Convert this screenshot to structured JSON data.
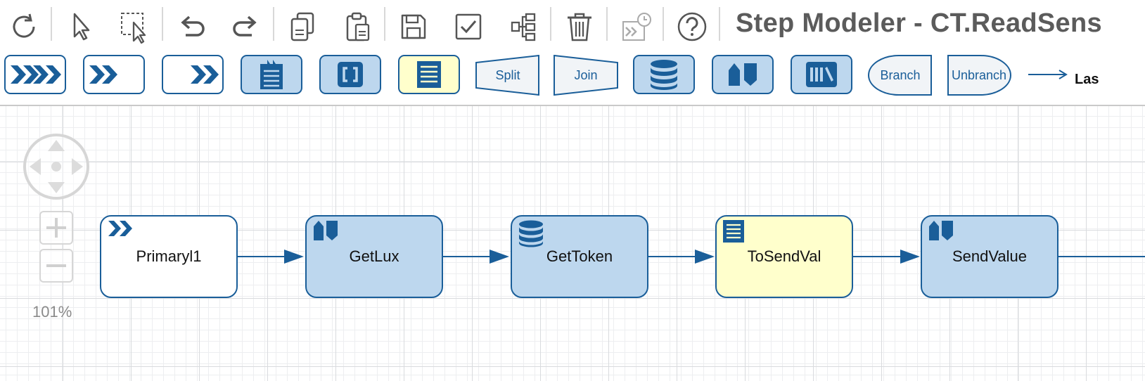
{
  "app": {
    "title": "Step Modeler - CT.ReadSens"
  },
  "toolbar": {
    "icons": [
      "refresh-icon",
      "pointer-icon",
      "marquee-select-icon",
      "undo-icon",
      "redo-icon",
      "copy-icon",
      "paste-icon",
      "save-icon",
      "check-icon",
      "tree-icon",
      "delete-icon",
      "schedule-icon",
      "help-icon"
    ]
  },
  "palette": {
    "split": "Split",
    "join": "Join",
    "branch": "Branch",
    "unbranch": "Unbranch",
    "last": "Las"
  },
  "canvas": {
    "zoom": "101%",
    "nodes": [
      {
        "label": "Primaryl1",
        "type": "primary",
        "color": "white"
      },
      {
        "label": "GetLux",
        "type": "service",
        "color": "blue"
      },
      {
        "label": "GetToken",
        "type": "database",
        "color": "blue"
      },
      {
        "label": "ToSendVal",
        "type": "list",
        "color": "yellow"
      },
      {
        "label": "SendValue",
        "type": "service",
        "color": "blue"
      }
    ]
  },
  "colors": {
    "accent": "#1a5e99",
    "node_blue": "#bdd7ee",
    "node_yellow": "#ffffcc",
    "title_gray": "#5b5b5b"
  }
}
